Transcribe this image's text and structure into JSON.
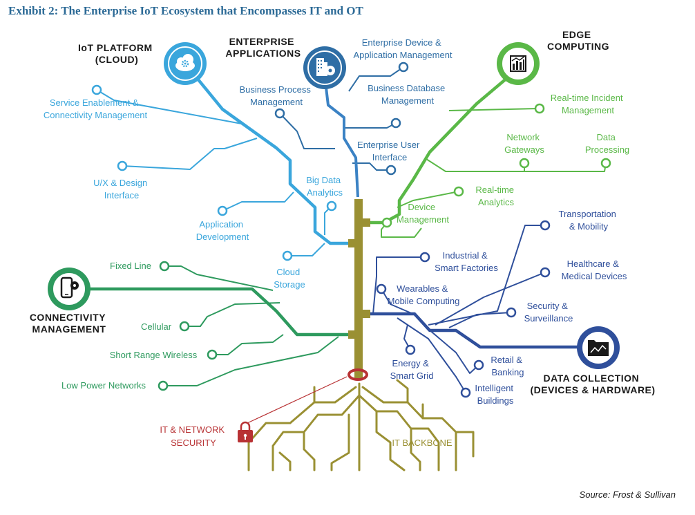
{
  "title": "Exhibit 2: The Enterprise IoT Ecosystem that Encompasses IT and OT",
  "source": "Source: Frost & Sullivan",
  "colors": {
    "cloud": "#3aa6dc",
    "enterprise": "#2f6ea5",
    "edge": "#5ab847",
    "connectivity": "#2e9a5e",
    "data_collection": "#2f4f9b",
    "trunk": "#9a9033",
    "security": "#b83234"
  },
  "hubs": {
    "cloud": {
      "line1": "IoT PLATFORM",
      "line2": "(CLOUD)",
      "icon": "cloud-gear-icon"
    },
    "enterprise": {
      "line1": "ENTERPRISE",
      "line2": "APPLICATIONS",
      "icon": "building-gear-icon"
    },
    "edge": {
      "line1": "EDGE",
      "line2": "COMPUTING",
      "icon": "bar-chart-icon"
    },
    "connectivity": {
      "line1": "CONNECTIVITY",
      "line2": "MANAGEMENT",
      "icon": "mobile-gear-icon"
    },
    "data_collection": {
      "line1": "DATA COLLECTION",
      "line2": "(DEVICES & HARDWARE)",
      "icon": "folder-chart-icon"
    }
  },
  "cloud_items": [
    [
      "Service Enablement &",
      "Connectivity Management"
    ],
    [
      "U/X & Design",
      "Interface"
    ],
    [
      "Application",
      "Development"
    ],
    [
      "Big Data",
      "Analytics"
    ],
    [
      "Cloud",
      "Storage"
    ]
  ],
  "enterprise_items": [
    [
      "Enterprise Device &",
      "Application Management"
    ],
    [
      "Business Process",
      "Management"
    ],
    [
      "Business Database",
      "Management"
    ],
    [
      "Enterprise User",
      "Interface"
    ]
  ],
  "edge_items": [
    [
      "Real-time Incident",
      "Management"
    ],
    [
      "Network",
      "Gateways"
    ],
    [
      "Data",
      "Processing"
    ],
    [
      "Real-time",
      "Analytics"
    ],
    [
      "Device",
      "Management"
    ]
  ],
  "connectivity_items": [
    "Fixed Line",
    "Cellular",
    "Short Range Wireless",
    "Low Power Networks"
  ],
  "data_items": [
    [
      "Transportation",
      "& Mobility"
    ],
    [
      "Industrial &",
      "Smart Factories"
    ],
    [
      "Healthcare &",
      "Medical Devices"
    ],
    [
      "Wearables &",
      "Mobile Computing"
    ],
    [
      "Security &",
      "Surveillance"
    ],
    [
      "Retail &",
      "Banking"
    ],
    [
      "Energy &",
      "Smart Grid"
    ],
    [
      "Intelligent",
      "Buildings"
    ]
  ],
  "security": {
    "line1": "IT & NETWORK",
    "line2": "SECURITY",
    "icon": "padlock-icon"
  },
  "backbone": "IT BACKBONE"
}
